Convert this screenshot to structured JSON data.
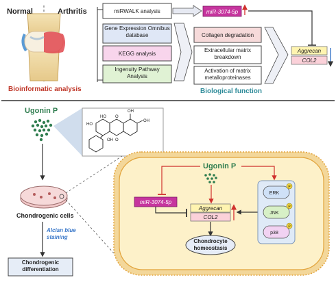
{
  "top": {
    "normal_label": "Normal",
    "arthritis_label": "Arthritis",
    "bioinformatic_label": "Bioinformatic analysis",
    "db_boxes": [
      "miRWALK analysis",
      "Gene Expression Omnibus database",
      "KEGG analysis",
      "Ingenuity Pathway Analysis"
    ],
    "mirna_label": "miR-3074-5p",
    "function_boxes": [
      "Collagen degradation",
      "Extracellular matrix breakdown",
      "Activation of matrix metalloproteinases"
    ],
    "biological_function_label": "Biological function",
    "aggrecan_label": "Aggrecan",
    "col2_label": "COL2"
  },
  "bottom": {
    "ugonin_label": "Ugonin P",
    "chondrogenic_cells_label": "Chondrogenic cells",
    "alcian_label": "Alcian blue staining",
    "differentiation_label": "Chondrogenic differentiation",
    "cell": {
      "ugonin_label": "Ugonin P",
      "mirna_label": "miR-3074-5p",
      "aggrecan_label": "Aggrecan",
      "col2_label": "COL2",
      "homeostasis_label": "Chondrocyte homeostasis",
      "kinases": [
        "ERK",
        "JNK",
        "p38"
      ],
      "phospho_label": "P"
    },
    "molecule": {
      "atom_labels": [
        "OH",
        "OH",
        "HO",
        "HO",
        "O",
        "OH",
        "O"
      ]
    }
  },
  "colors": {
    "inhibit_red": "#d0312d",
    "up_red": "#d93a3a",
    "down_blue": "#3a78c9",
    "bioinformatic_red": "#c0392b",
    "biofunction_teal": "#2e8b99",
    "ugonin_green": "#2f7d4f",
    "cell_border": "#e2a33a",
    "cell_fill": "#fdf1c9",
    "membrane": "#f3d79a",
    "mirna_fill": "#c6349e",
    "aggrecan_fill": "#fff4b0",
    "col2_fill": "#fbd1d9",
    "kinase_erk": "#cfe1f7",
    "kinase_jnk": "#d7f0c6",
    "kinase_p38": "#f1d2f2",
    "phospho": "#f2d53c"
  },
  "icons": [
    "knee-joint-icon",
    "compound-particles-icon",
    "petri-dish-icon",
    "chemical-structure-icon"
  ]
}
